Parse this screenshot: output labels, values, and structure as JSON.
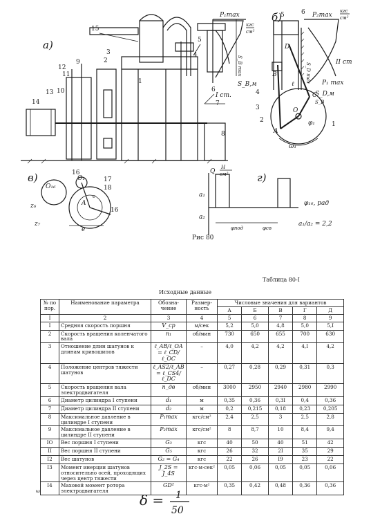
{
  "figure": {
    "panels": {
      "a": "а)",
      "b": "б)",
      "v": "в)",
      "g": "г)"
    },
    "caption": "Рис 80",
    "part_numbers": [
      "1",
      "2",
      "3",
      "4",
      "5",
      "6",
      "7",
      "8",
      "9",
      "10",
      "11",
      "12",
      "13",
      "14",
      "15",
      "16",
      "17",
      "18"
    ],
    "labels_a": {
      "p_1max": "P₁max",
      "p1_unit_num": "кгс",
      "p1_unit_den": "см²",
      "s_b": "S_B,м",
      "stroke": "S_B max",
      "cyl1": "I ст."
    },
    "labels_b": {
      "p_2max": "P₂max",
      "p2_unit_num": "кгс",
      "p2_unit_den": "см²",
      "s_d": "S_D max",
      "cyl2": "II ст",
      "p1max2": "P₁ max",
      "s_dm": "S_D,м",
      "D": "D",
      "B": "B",
      "C": "C",
      "A": "A",
      "O": "O",
      "omega": "ω₁",
      "phi": "φ₁",
      "l": "ℓ",
      "sb": "S_B"
    },
    "labels_v": {
      "o16": "O₁₆",
      "o1": "O₁",
      "z6": "z₆",
      "z7": "z₇",
      "e": "e",
      "c16": "c",
      "A": "A",
      "n6": "16"
    },
    "labels_g": {
      "q": "Q",
      "q_unit_num": "Н",
      "q_unit_den": "см²",
      "a1": "a₁",
      "a2": "a₂",
      "phi16": "φ₁₆, рад",
      "phi_pod": "φпод",
      "phi_sv": "φсв",
      "ratio": "a₁/a₂ = 2,2"
    }
  },
  "table": {
    "caption": "Таблица 80-I",
    "title": "Исходные данные",
    "headers": {
      "num": "№ по пор.",
      "name": "Наименование параметра",
      "symbol": "Обозна-чение",
      "unit": "Размер-ность",
      "variants": "Числовые значения для вариантов"
    },
    "variant_letters": [
      "А",
      "Б",
      "В",
      "Г",
      "Д"
    ],
    "col_numbers": [
      "I",
      "2",
      "3",
      "4",
      "5",
      "6",
      "7",
      "8",
      "9"
    ],
    "rows": [
      {
        "n": "I",
        "name": "Средняя скорость поршня",
        "sym": "V_ср",
        "unit": "м/сек",
        "v": [
          "5,2",
          "5,0",
          "4,8",
          "5,0",
          "5,I"
        ]
      },
      {
        "n": "2",
        "name": "Скорость вращения коленчатого вала",
        "sym": "n₁",
        "unit": "об/мин",
        "v": [
          "730",
          "650",
          "655",
          "700",
          "630"
        ]
      },
      {
        "n": "3",
        "name": "Отношение длин шатунов к длинам кривошипов",
        "sym": "ℓ_AB/ℓ_OA = ℓ_CD/ℓ_OC",
        "unit": "–",
        "v": [
          "4,0",
          "4,2",
          "4,2",
          "4,I",
          "4,2"
        ]
      },
      {
        "n": "4",
        "name": "Положение центров тяжести шатунов",
        "sym": "ℓ_AS2/ℓ_AB = ℓ_CS4/ℓ_DC",
        "unit": "–",
        "v": [
          "0,27",
          "0,28",
          "0,29",
          "0,31",
          "0,3"
        ]
      },
      {
        "n": "5",
        "name": "Скорость вращения вала электродвигателя",
        "sym": "n_дв",
        "unit": "об/мин",
        "v": [
          "3000",
          "2950",
          "2940",
          "2980",
          "2990"
        ]
      },
      {
        "n": "6",
        "name": "Диаметр цилиндра I ступени",
        "sym": "d₁",
        "unit": "м",
        "v": [
          "0,35",
          "0,36",
          "0,3I",
          "0,4",
          "0,36"
        ]
      },
      {
        "n": "7",
        "name": "Диаметр цилиндра II ступени",
        "sym": "d₂",
        "unit": "м",
        "v": [
          "0,2",
          "0,215",
          "0,18",
          "0,23",
          "0,205"
        ]
      },
      {
        "n": "8",
        "name": "Максимальное давление в цилиндре I ступени",
        "sym": "P₁max",
        "unit": "кгс/см²",
        "v": [
          "2,4",
          "2,5",
          "3",
          "2,5",
          "2,8"
        ]
      },
      {
        "n": "9",
        "name": "Максимальное давление в цилиндре II ступени",
        "sym": "P₂max",
        "unit": "кгс/см²",
        "v": [
          "8",
          "8,7",
          "10",
          "8,4",
          "9,4"
        ]
      },
      {
        "n": "IO",
        "name": "Вес поршня I ступени",
        "sym": "G₃",
        "unit": "кгс",
        "v": [
          "40",
          "50",
          "40",
          "51",
          "42"
        ]
      },
      {
        "n": "II",
        "name": "Вес поршня II ступени",
        "sym": "G₅",
        "unit": "кгс",
        "v": [
          "26",
          "32",
          "2I",
          "35",
          "29"
        ]
      },
      {
        "n": "I2",
        "name": "Вес шатунов",
        "sym": "G₂ = G₄",
        "unit": "кгс",
        "v": [
          "22",
          "26",
          "I9",
          "23",
          "22"
        ]
      },
      {
        "n": "I3",
        "name": "Момент инерции шатунов относительно осей, проходящих через центр тяжести",
        "sym": "J_2S = J_4S",
        "unit": "кгс·м·сек²",
        "v": [
          "0,05",
          "0,06",
          "0,05",
          "0,05",
          "0,06"
        ]
      },
      {
        "n": "I4",
        "name": "Маховой момент ротора электродвигателя",
        "sym": "GD²",
        "unit": "кгс·м²",
        "v": [
          "0,35",
          "0,42",
          "0,48",
          "0,36",
          "0,36"
        ]
      }
    ]
  },
  "formula": {
    "lhs": "δ =",
    "num": "1",
    "den": "50"
  },
  "left_mark": "ω"
}
